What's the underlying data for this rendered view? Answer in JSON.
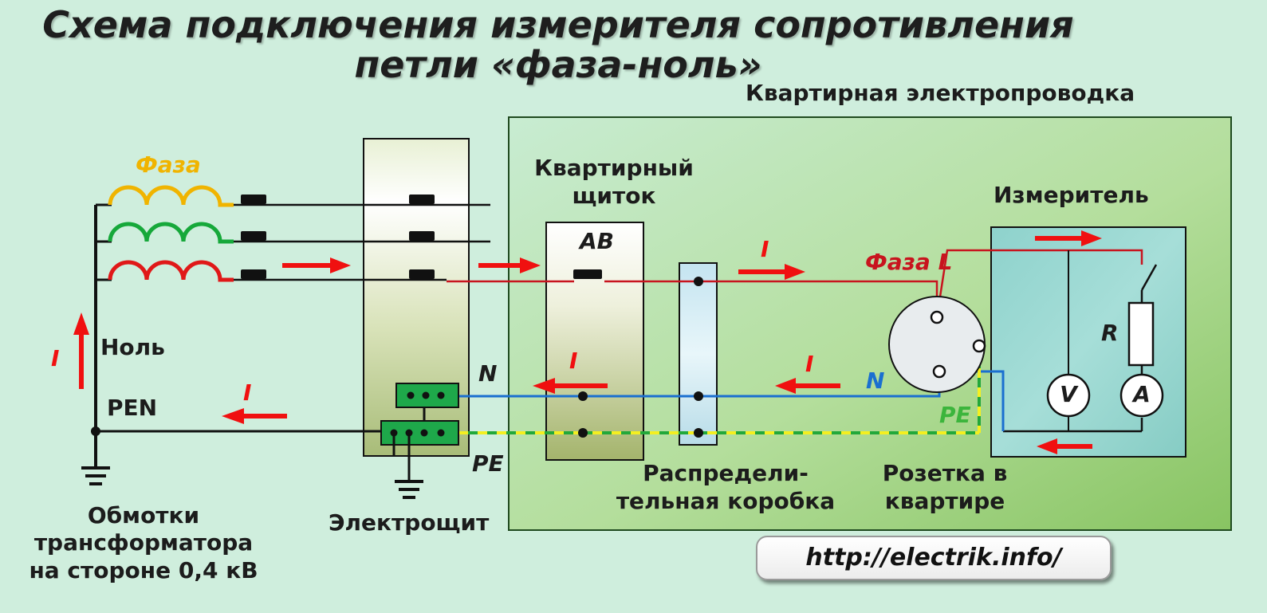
{
  "title": {
    "line1": "Схема подключения измерителя сопротивления",
    "line2": "петли «фаза-ноль»"
  },
  "labels": {
    "apartment_wiring": "Квартирная электропроводка",
    "panel_line1": "Квартирный",
    "panel_line2": "щиток",
    "meter": "Измеритель",
    "phase": "Фаза",
    "phase_l": "Фаза L",
    "neutral": "Ноль",
    "pen": "PEN",
    "n": "N",
    "pe": "PE",
    "breaker": "АВ",
    "current": "I",
    "resistor": "R",
    "voltmeter": "V",
    "ammeter": "A",
    "junction_box_line1": "Распредели-",
    "junction_box_line2": "тельная коробка",
    "socket_line1": "Розетка в",
    "socket_line2": "квартире",
    "switchboard": "Электрощит",
    "windings_line1": "Обмотки",
    "windings_line2": "трансформатора",
    "windings_line3": "на стороне 0,4 кВ",
    "url": "http://electrik.info/"
  },
  "colors": {
    "phase_yellow": "#f0b400",
    "phase_green": "#16a83a",
    "phase_red": "#e01818",
    "wire_red": "#c8141e",
    "wire_blue": "#1a6fd0",
    "wire_pe_green": "#22a83a",
    "wire_pe_yellow": "#f4ef20",
    "arrow_red": "#f01010",
    "apartment_bg": "#a9d68e",
    "label_green": "#3cb53c",
    "label_blue": "#1a6fd0",
    "label_orange": "#f0b400"
  }
}
